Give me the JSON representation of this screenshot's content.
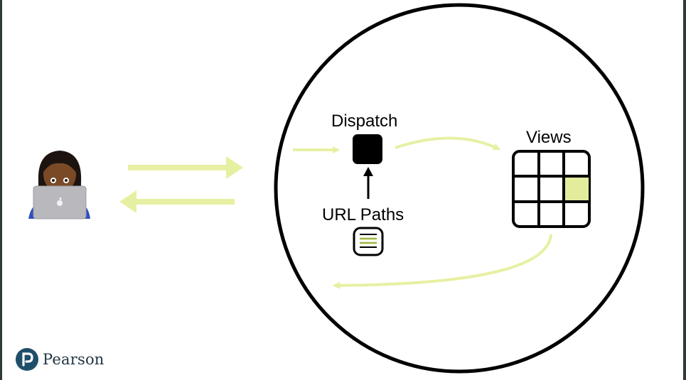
{
  "labels": {
    "dispatch": "Dispatch",
    "views": "Views",
    "url_paths": "URL Paths"
  },
  "branding": {
    "name": "Pearson"
  },
  "icons": {
    "user": "developer-with-laptop-icon",
    "apple": "apple-logo-icon",
    "url_list": "url-list-icon",
    "views_grid": "views-grid-icon",
    "dispatch": "dispatch-box-icon",
    "logo": "pearson-logo-icon"
  },
  "colors": {
    "flow_arrow": "#e7f0a2",
    "highlight_cell": "#e3ec9c",
    "outline": "#000000",
    "brand": "#1f4e6b",
    "laptop": "#b9b9bd"
  }
}
